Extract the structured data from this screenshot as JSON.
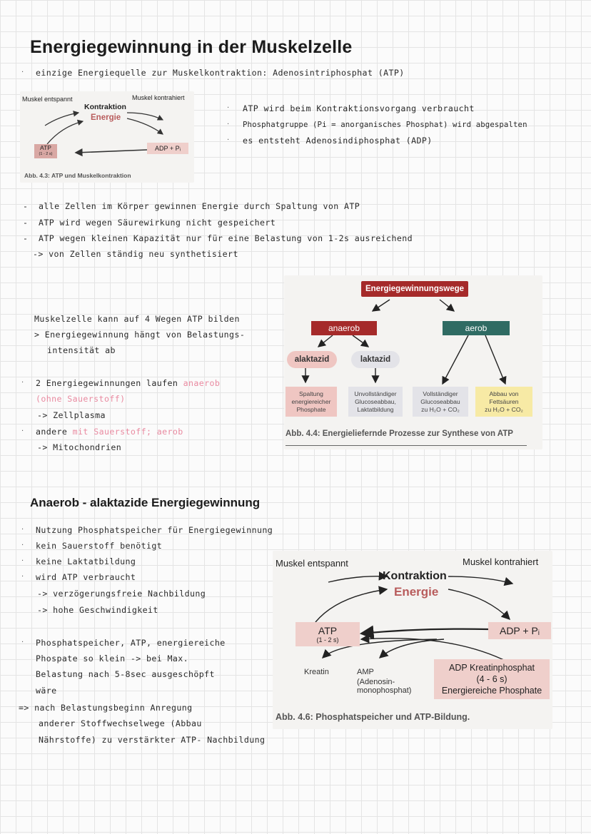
{
  "title": "Energiegewinnung in der Muskelzelle",
  "intro": "einzige Energiequelle zur Muskelkontraktion: Adenosintriphosphat (ATP)",
  "fig43": {
    "muskel_entspannt": "Muskel entspannt",
    "muskel_kontrahiert": "Muskel kontrahiert",
    "kontraktion": "Kontraktion",
    "energie": "Energie",
    "atp": "ATP",
    "atp_time": "(1 - 2 s)",
    "adp": "ADP + Pᵢ",
    "caption": "Abb. 4.3: ATP und Muskelkontraktion"
  },
  "atp_points": [
    "ATP wird beim Kontraktionsvorgang verbraucht",
    "Phosphatgruppe (Pi = anorganisches Phosphat) wird abgespalten",
    "es entsteht Adenosindiphosphat (ADP)"
  ],
  "cell_points": [
    "alle Zellen im Körper gewinnen Energie durch Spaltung von ATP",
    "ATP wird wegen Säurewirkung nicht gespeichert",
    "ATP wegen kleinen Kapazität nur für eine Belastung von 1-2s ausreichend",
    "-> von Zellen ständig neu synthetisiert"
  ],
  "wege_notes": {
    "line1": "Muskelzelle kann auf 4 Wegen ATP bilden",
    "line2": "> Energiegewinnung hängt von Belastungs-",
    "line3": "intensität ab",
    "line4a": "2 Energiegewinnungen laufen",
    "line4b": "anaerob",
    "line5": "(ohne Sauerstoff)",
    "line6": "-> Zellplasma",
    "line7a": "andere",
    "line7b": "mit Sauerstoff; aerob",
    "line8": "-> Mitochondrien"
  },
  "fig44": {
    "top": "Energiegewinnungswege",
    "anaerob": "anaerob",
    "aerob": "aerob",
    "alaktazid": "alaktazid",
    "laktazid": "laktazid",
    "b1": [
      "Spaltung",
      "energiereicher",
      "Phosphate"
    ],
    "b2": [
      "Unvollständiger",
      "Glucoseabbau,",
      "Laktatbildung"
    ],
    "b3": [
      "Vollständiger",
      "Glucoseabbau",
      "zu H₂O + CO₂"
    ],
    "b4": [
      "Abbau von",
      "Fettsäuren",
      "zu H₂O + CO₂"
    ],
    "caption": "Abb. 4.4: Energieliefernde Prozesse zur Synthese von ATP",
    "colors": {
      "dark_red": "#a52a2a",
      "teal": "#2f6b63",
      "pink": "#efc6c2",
      "grey": "#e3e3e8",
      "yellow": "#f7eaa5"
    }
  },
  "section2": {
    "title": "Anaerob - alaktazide Energiegewinnung",
    "points": [
      "Nutzung Phosphatspeicher für Energiegewinnung",
      "kein Sauerstoff benötigt",
      "keine Laktatbildung",
      "wird ATP verbraucht"
    ],
    "sub": [
      "-> verzögerungsfreie Nachbildung",
      "-> hohe Geschwindigkeit"
    ],
    "para": [
      "Phosphatspeicher, ATP, energiereiche",
      "Phospate so klein -> bei Max.",
      "Belastung nach 5-8sec ausgeschöpft",
      "wäre"
    ],
    "conclusion": [
      "=> nach Belastungsbeginn Anregung",
      "anderer Stoffwechselwege (Abbau",
      "Nährstoffe) zu verstärkter ATP- Nachbildung"
    ]
  },
  "fig46": {
    "muskel_entspannt": "Muskel entspannt",
    "muskel_kontrahiert": "Muskel kontrahiert",
    "kontraktion": "Kontraktion",
    "energie": "Energie",
    "atp": "ATP",
    "atp_time": "(1 - 2 s)",
    "adp": "ADP + Pᵢ",
    "kreatin": "Kreatin",
    "amp": "AMP",
    "amp_l1": "(Adenosin-",
    "amp_l2": "monophosphat)",
    "kp_l1": "ADP  Kreatinphosphat",
    "kp_l2": "(4 - 6 s)",
    "kp_l3": "Energiereiche Phosphate",
    "caption": "Abb. 4.6: Phosphatspeicher und ATP-Bildung."
  }
}
